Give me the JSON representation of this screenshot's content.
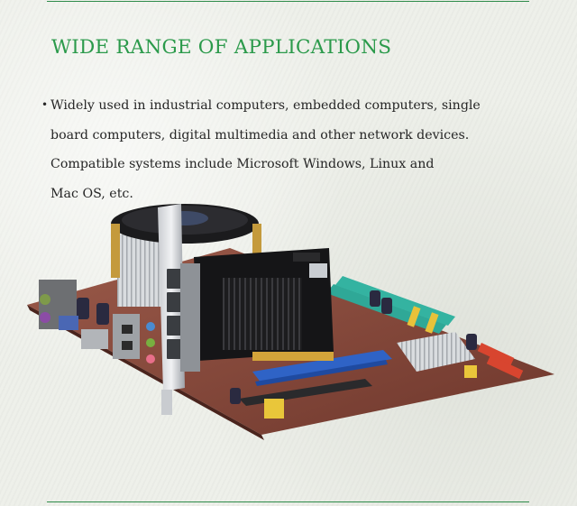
{
  "heading": "WIDE RANGE OF APPLICATIONS",
  "description": {
    "bullet": "•",
    "lines": [
      "Widely used in industrial computers, embedded computers, single",
      "board computers, digital multimedia and other network devices.",
      "Compatible systems include Microsoft Windows, Linux and",
      "Mac OS, etc."
    ]
  },
  "colors": {
    "heading": "#2b9a4b",
    "rule": "#2e8b4a",
    "board": "#8a4a3c",
    "slot_blue": "#2f63c6",
    "slot_teal": "#2fa897"
  }
}
